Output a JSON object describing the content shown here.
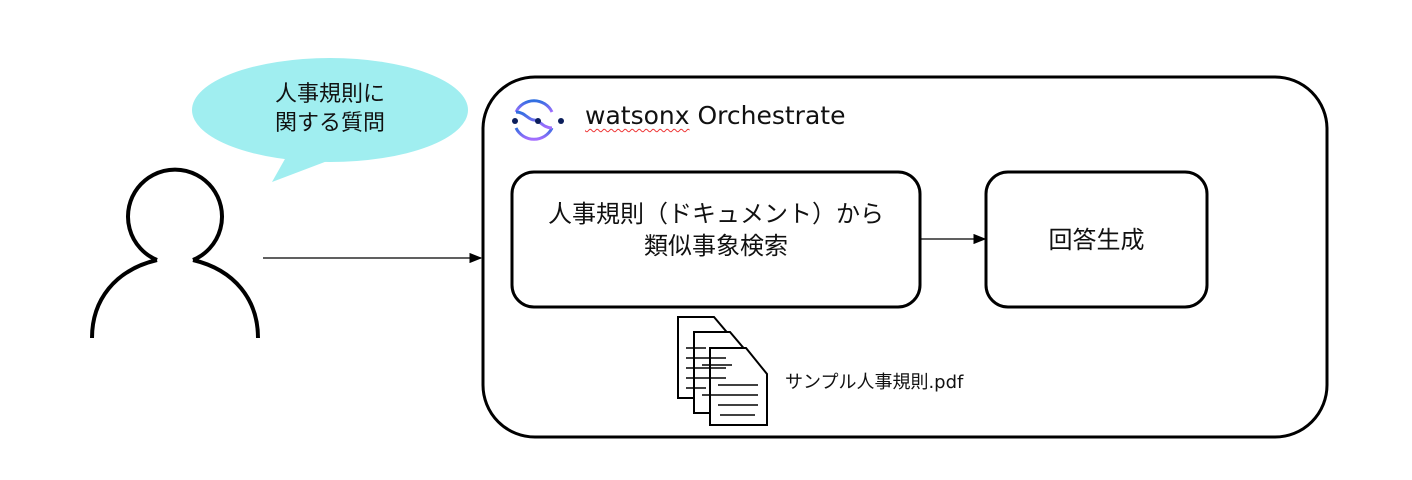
{
  "bubble": {
    "line1": "人事規則に",
    "line2": "関する質問"
  },
  "app": {
    "title_brand": "watsonx",
    "title_rest": " Orchestrate",
    "logo_icon": "watsonx-orchestrate-logo-icon"
  },
  "steps": [
    {
      "line1": "人事規則（ドキュメント）から",
      "line2": "類似事象検索"
    },
    {
      "line1": "回答生成"
    }
  ],
  "document": {
    "filename": "サンプル人事規則.pdf",
    "icon": "documents-icon"
  },
  "colors": {
    "bubble": "#a0eef0",
    "logo_start": "#2f6fe0",
    "logo_end": "#a56eff"
  }
}
